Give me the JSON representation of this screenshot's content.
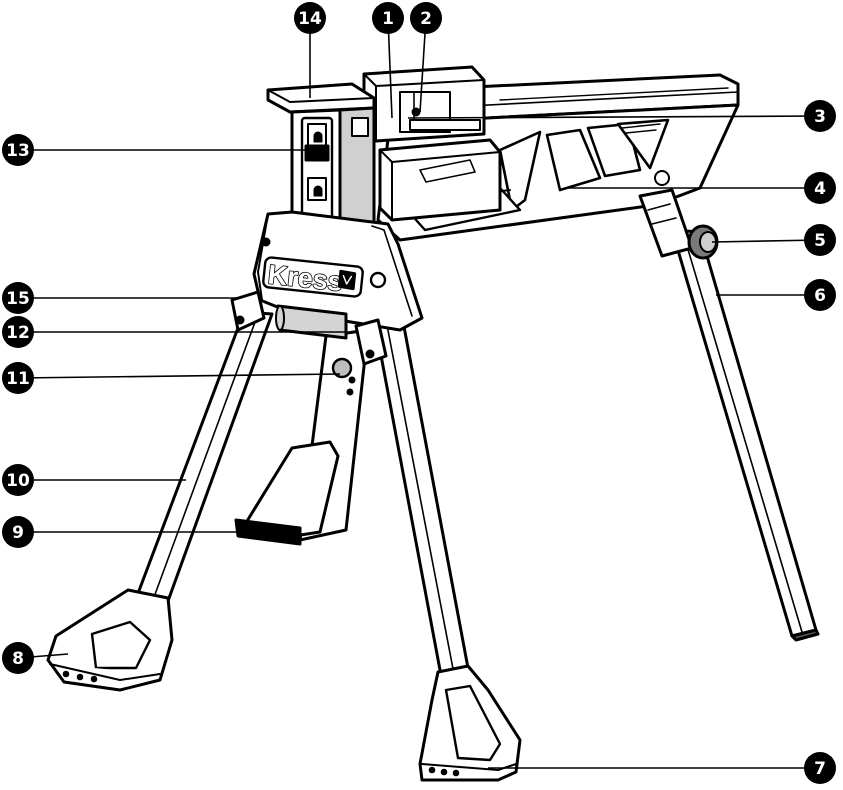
{
  "diagram": {
    "brand_label": "Kress",
    "callouts": [
      {
        "id": "1",
        "label": "1"
      },
      {
        "id": "2",
        "label": "2"
      },
      {
        "id": "3",
        "label": "3"
      },
      {
        "id": "4",
        "label": "4"
      },
      {
        "id": "5",
        "label": "5"
      },
      {
        "id": "6",
        "label": "6"
      },
      {
        "id": "7",
        "label": "7"
      },
      {
        "id": "8",
        "label": "8"
      },
      {
        "id": "9",
        "label": "9"
      },
      {
        "id": "10",
        "label": "10"
      },
      {
        "id": "11",
        "label": "11"
      },
      {
        "id": "12",
        "label": "12"
      },
      {
        "id": "13",
        "label": "13"
      },
      {
        "id": "14",
        "label": "14"
      },
      {
        "id": "15",
        "label": "15"
      }
    ],
    "colors": {
      "ink": "#000000",
      "paper": "#ffffff",
      "handle": "#d4d4d4",
      "shade": "#8c8c8c"
    }
  }
}
